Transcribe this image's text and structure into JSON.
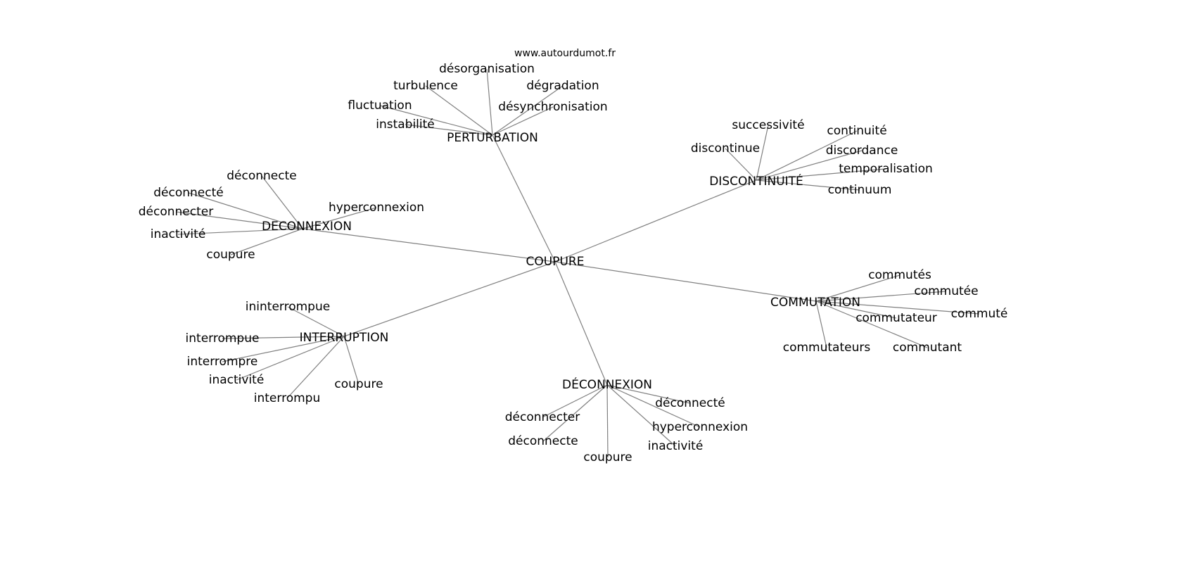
{
  "source": "www.autourdumot.fr",
  "colors": {
    "edge": "#808080",
    "text": "#000000",
    "background": "#ffffff"
  },
  "root": "COUPURE",
  "groups": [
    {
      "label": "PERTURBATION",
      "children": [
        "turbulence",
        "désorganisation",
        "dégradation",
        "fluctuation",
        "désynchronisation",
        "instabilité"
      ]
    },
    {
      "label": "DISCONTINUITÉ",
      "children": [
        "successivité",
        "continuité",
        "discontinue",
        "discordance",
        "temporalisation",
        "continuum"
      ]
    },
    {
      "label": "DECONNEXION",
      "children": [
        "déconnecte",
        "déconnecté",
        "déconnecter",
        "hyperconnexion",
        "inactivité",
        "coupure"
      ]
    },
    {
      "label": "COMMUTATION",
      "children": [
        "commutés",
        "commutée",
        "commutateur",
        "commuté",
        "commutateurs",
        "commutant"
      ]
    },
    {
      "label": "INTERRUPTION",
      "children": [
        "ininterrompue",
        "interrompue",
        "interrompre",
        "inactivité",
        "interrompu",
        "coupure"
      ]
    },
    {
      "label": "DÉCONNEXION",
      "children": [
        "déconnecté",
        "déconnecter",
        "hyperconnexion",
        "inactivité",
        "déconnecte",
        "coupure"
      ]
    }
  ]
}
